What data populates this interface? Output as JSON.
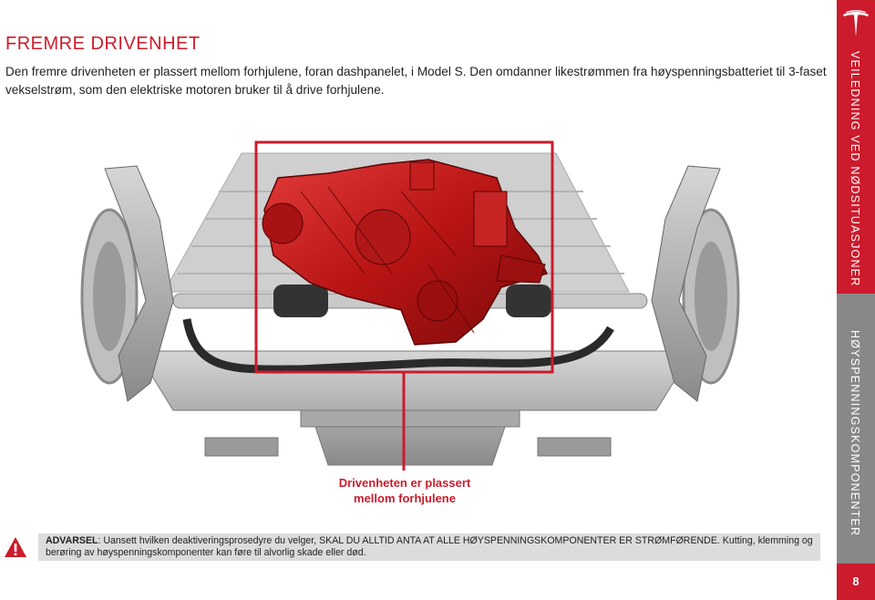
{
  "page": {
    "title": "FREMRE DRIVENHET",
    "intro": "Den fremre drivenheten er plassert mellom forhjulene, foran dashpanelet, i Model S. Den omdanner likestrømmen fra høyspenningsbatteriet til 3-faset vekselstrøm, som den elektriske motoren bruker til å drive forhjulene.",
    "figure_caption_line1": "Drivenheten er plassert",
    "figure_caption_line2": "mellom forhjulene",
    "warning_label": "ADVARSEL",
    "warning_text": ": Uansett hvilken deaktiveringsprosedyre du velger, SKAL DU ALLTID ANTA AT ALLE HØYSPENNINGSKOMPONENTER ER STRØMFØRENDE. Kutting, klemming og berøring av høyspenningskomponenter kan føre til alvorlig skade eller død.",
    "page_number": "8"
  },
  "sidebar": {
    "section_top": "VEILEDNING VED NØDSITUASJONER",
    "section_mid": "HØYSPENNINGSKOMPONENTER"
  },
  "colors": {
    "accent": "#cc1b2c",
    "sidebar_grey": "#888888",
    "warning_bg": "#dcdcdc"
  },
  "icons": {
    "logo": "tesla-logo",
    "warning": "warning-triangle-icon"
  }
}
